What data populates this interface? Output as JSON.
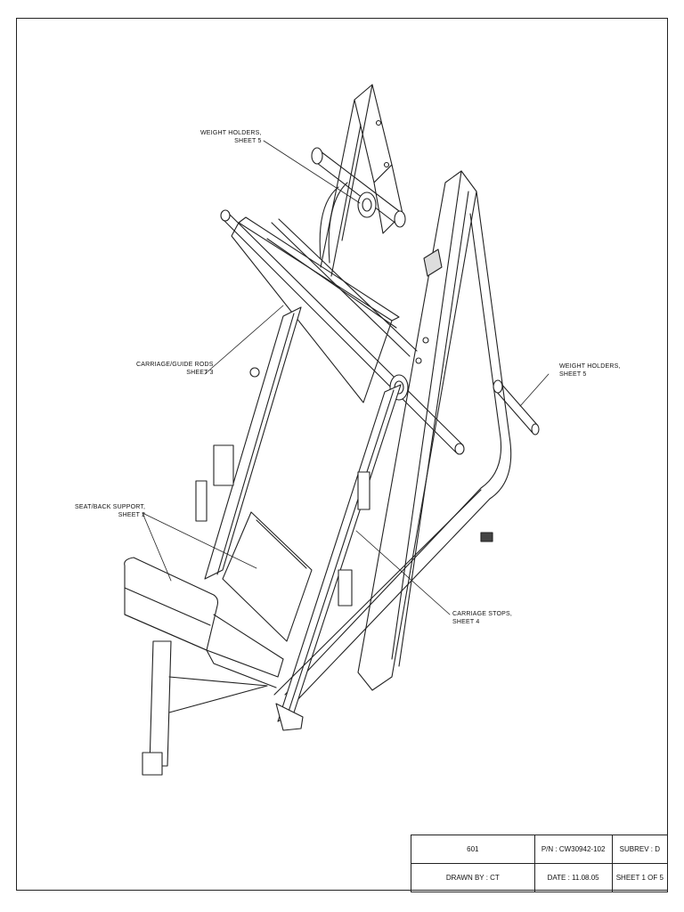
{
  "callouts": {
    "weight_holders_top": {
      "line1": "WEIGHT HOLDERS,",
      "line2": "SHEET 5"
    },
    "carriage_guide_rods": {
      "line1": "CARRIAGE/GUIDE RODS",
      "line2": "SHEET 3"
    },
    "weight_holders_right": {
      "line1": "WEIGHT HOLDERS,",
      "line2": "SHEET 5"
    },
    "seat_back_support": {
      "line1": "SEAT/BACK SUPPORT,",
      "line2": "SHEET 2"
    },
    "carriage_stops": {
      "line1": "CARRIAGE STOPS,",
      "line2": "SHEET 4"
    }
  },
  "title_block": {
    "model": "601",
    "part_number": "P/N : CW30942-102",
    "subrev": "SUBREV : D",
    "drawn_by": "DRAWN BY : CT",
    "date": "DATE : 11.08.05",
    "sheet": "SHEET 1 OF 5"
  },
  "colors": {
    "line": "#222222",
    "background": "#ffffff"
  }
}
